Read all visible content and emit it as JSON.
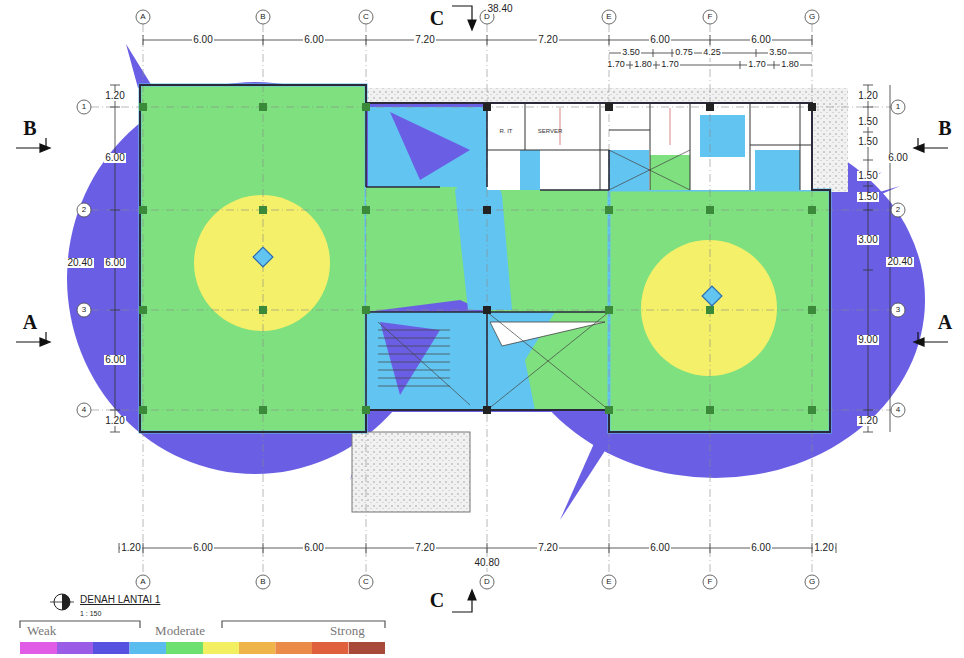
{
  "diagram": {
    "title": "DENAH LANTAI 1",
    "labels": [
      "A",
      "B",
      "C",
      "D",
      "E",
      "F",
      "G",
      "6.00",
      "6.00",
      "7.20",
      "38.40",
      "7.20",
      "6.00",
      "6.00",
      "3.50",
      "0.75",
      "4.25",
      "3.50",
      "1.70",
      "1.80",
      "1.70",
      "1.70",
      "1.80",
      "1",
      "2",
      "3",
      "4",
      "1.20",
      "6.00",
      "20.40",
      "6.00",
      "6.00",
      "1.20",
      "B",
      "A",
      "1",
      "2",
      "3",
      "4",
      "1.20",
      "1.50",
      "1.50",
      "6.00",
      "1.50",
      "1.50",
      "3.00",
      "20.40",
      "9.00",
      "1.20",
      "B",
      "A",
      "C",
      "C",
      "R. IT",
      "SERVER",
      "1.20",
      "6.00",
      "6.00",
      "7.20",
      "40.80",
      "7.20",
      "6.00",
      "6.00",
      "1.20",
      "A",
      "B",
      "C",
      "D",
      "E",
      "F",
      "G",
      "1 : 150"
    ],
    "legend": [
      {
        "text": "Weak",
        "color": "#e05ce6"
      },
      {
        "text": "Moderate",
        "color": "#6ee070"
      },
      {
        "text": "Strong",
        "color": "#a84a3a"
      }
    ]
  }
}
